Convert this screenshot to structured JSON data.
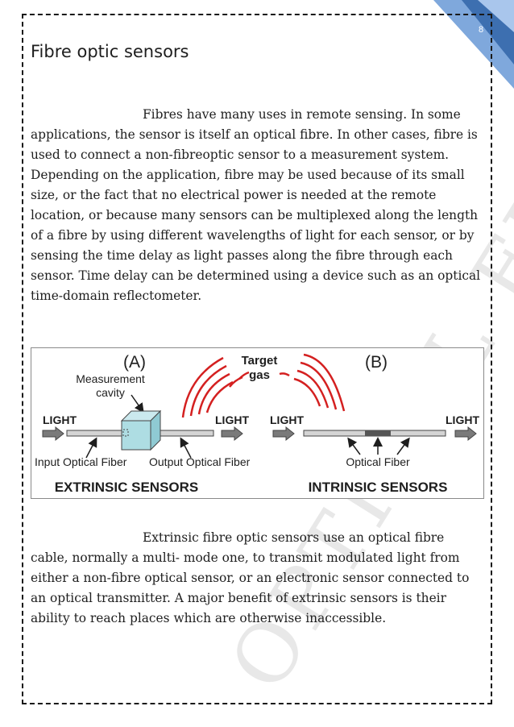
{
  "page": {
    "number": "8",
    "watermark_text": "OPTICAL FIBRES"
  },
  "heading": "Fibre optic sensors",
  "paragraphs": [
    "Fibres have many uses in remote sensing. In some applications, the sensor is itself an optical fibre. In other cases, fibre is used to connect a non-fibreoptic sensor to a measurement system. Depending on the application, fibre may be used because of its small size, or the fact that no electrical power is needed at the remote location, or because many sensors can be multiplexed along the length of a fibre by using different wavelengths of light for each sensor, or by sensing the time delay as light passes along the fibre through each sensor. Time delay can be determined using a device such as an optical time-domain reflectometer.",
    "Extrinsic fibre optic sensors use an optical fibre cable, normally a multi- mode one, to transmit modulated light from either a non-fibre optical sensor, or an electronic sensor connected to an optical transmitter. A major benefit of extrinsic sensors is their ability to reach places which are otherwise inaccessible."
  ],
  "figure": {
    "panel_a": "(A)",
    "panel_b": "(B)",
    "target_line1": "Target",
    "target_line2": "gas",
    "measurement_line1": "Measurement",
    "measurement_line2": "cavity",
    "light_left_a": "LIGHT",
    "light_right_a": "LIGHT",
    "light_left_b": "LIGHT",
    "light_right_b": "LIGHT",
    "input_fiber": "Input Optical Fiber",
    "output_fiber": "Output Optical Fiber",
    "optical_fiber": "Optical Fiber",
    "extrinsic_caption": "EXTRINSIC SENSORS",
    "intrinsic_caption": "INTRINSIC SENSORS",
    "wave_color": "#d42020",
    "cube_color": "#aedde3"
  },
  "theme": {
    "corner_dark": "#2f5f9e",
    "corner_light": "#6f9fd8"
  }
}
